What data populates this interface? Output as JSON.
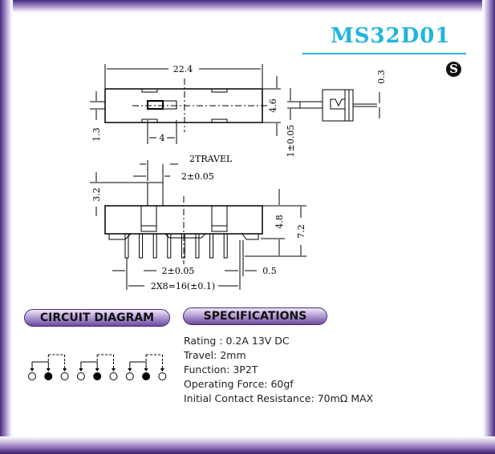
{
  "header": {
    "model": "MS32D01",
    "logo": "S"
  },
  "drawing": {
    "top_view": {
      "length": "22.4",
      "width": "4.6",
      "offset": "1.3",
      "slider": "4",
      "tolerance": "1±0.05",
      "terminal": "0.3"
    },
    "front_view": {
      "actuator_height": "3.2",
      "travel": "2TRAVEL",
      "actuator_width": "2±0.05",
      "body_height": "4.8",
      "total_height": "7.2",
      "pitch": "2±0.05",
      "pin_width": "0.5",
      "span": "2X8=16(±0.1)"
    }
  },
  "sections": {
    "circuit": "CIRCUIT DIAGRAM",
    "specs": "SPECIFICATIONS"
  },
  "specifications": [
    "Rating : 0.2A 13V DC",
    "Travel: 2mm",
    "Function: 3P2T",
    "Operating Force: 60gf",
    "Initial Contact Resistance: 70mΩ  MAX"
  ],
  "circuit": {
    "poles": 3,
    "contacts_per_pole": 3
  }
}
